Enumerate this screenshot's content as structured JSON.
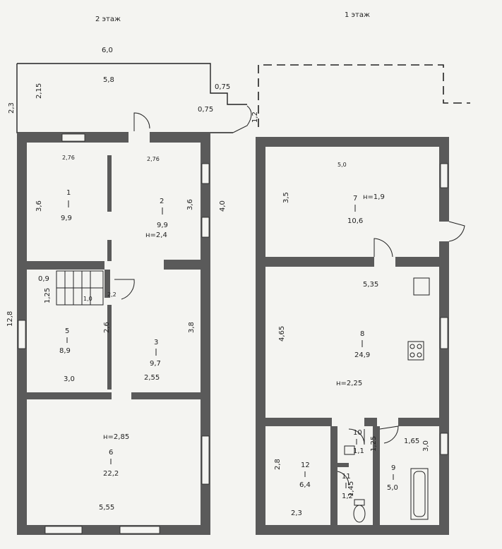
{
  "floors": {
    "second": {
      "title": "2 этаж",
      "balcony": {
        "width_outer": "6,0",
        "width_inner": "5,8",
        "depth_left": "2,3",
        "depth_inner": "2,15",
        "step_a": "0,75",
        "step_b": "0,75",
        "door_width": "1,2"
      },
      "dims": {
        "room1_width": "2,76",
        "room2_width": "2,76",
        "height_left": "3,6",
        "height_mid": "3,6",
        "height_right": "4,0",
        "total_length": "12,8",
        "stair_a": "0,9",
        "stair_b": "1,25",
        "stair_c": "1,0",
        "stair_d": "2,2",
        "room5_height": "2,6",
        "room5_width": "3,0",
        "room3_width": "2,55",
        "room3_height": "3,8",
        "room6_width": "5,55"
      },
      "rooms": [
        {
          "num": "1",
          "area": "9,9",
          "ceiling": ""
        },
        {
          "num": "2",
          "area": "9,9",
          "ceiling": "н=2,4"
        },
        {
          "num": "5",
          "area": "8,9",
          "ceiling": ""
        },
        {
          "num": "3",
          "area": "9,7",
          "ceiling": ""
        },
        {
          "num": "6",
          "area": "22,2",
          "ceiling": "н=2,85"
        }
      ]
    },
    "first": {
      "title": "1 этаж",
      "dims": {
        "room7_width": "5,0",
        "room7_height": "3,5",
        "room8_width": "5,35",
        "room8_height": "4,65",
        "room12_height": "2,8",
        "room12_width": "2,3",
        "room10_height": "1,25",
        "room11_height": "1,45",
        "room9_width": "1,65",
        "room9_height": "3,0"
      },
      "rooms": [
        {
          "num": "7",
          "area": "10,6",
          "ceiling": "н=1,9"
        },
        {
          "num": "8",
          "area": "24,9",
          "ceiling": "н=2,25"
        },
        {
          "num": "12",
          "area": "6,4",
          "ceiling": ""
        },
        {
          "num": "10",
          "area": "1,1",
          "ceiling": ""
        },
        {
          "num": "11",
          "area": "1,2",
          "ceiling": ""
        },
        {
          "num": "9",
          "area": "5,0",
          "ceiling": ""
        }
      ]
    }
  }
}
